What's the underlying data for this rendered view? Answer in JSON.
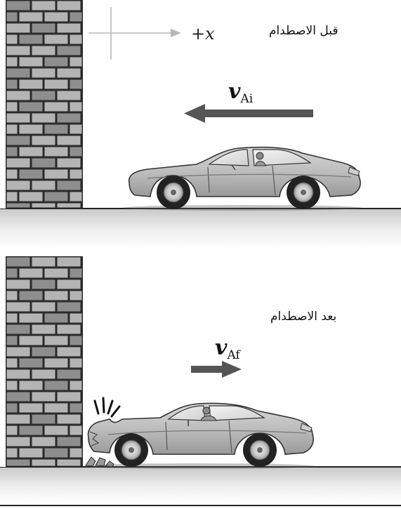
{
  "before": {
    "label": "قبل الاصطدام",
    "axis": {
      "sign": "+",
      "var": "x"
    },
    "velocity": {
      "symbol": "v",
      "subscript": "Ai"
    }
  },
  "after": {
    "label": "بعد الاصطدام",
    "velocity": {
      "symbol": "v",
      "subscript": "Af"
    }
  },
  "colors": {
    "brick_light": "#b4b4b4",
    "brick_dark": "#8e8e8e",
    "mortar": "#2b2b2b",
    "arrow": "#555555",
    "axis_arrow": "#b0b0b0"
  }
}
